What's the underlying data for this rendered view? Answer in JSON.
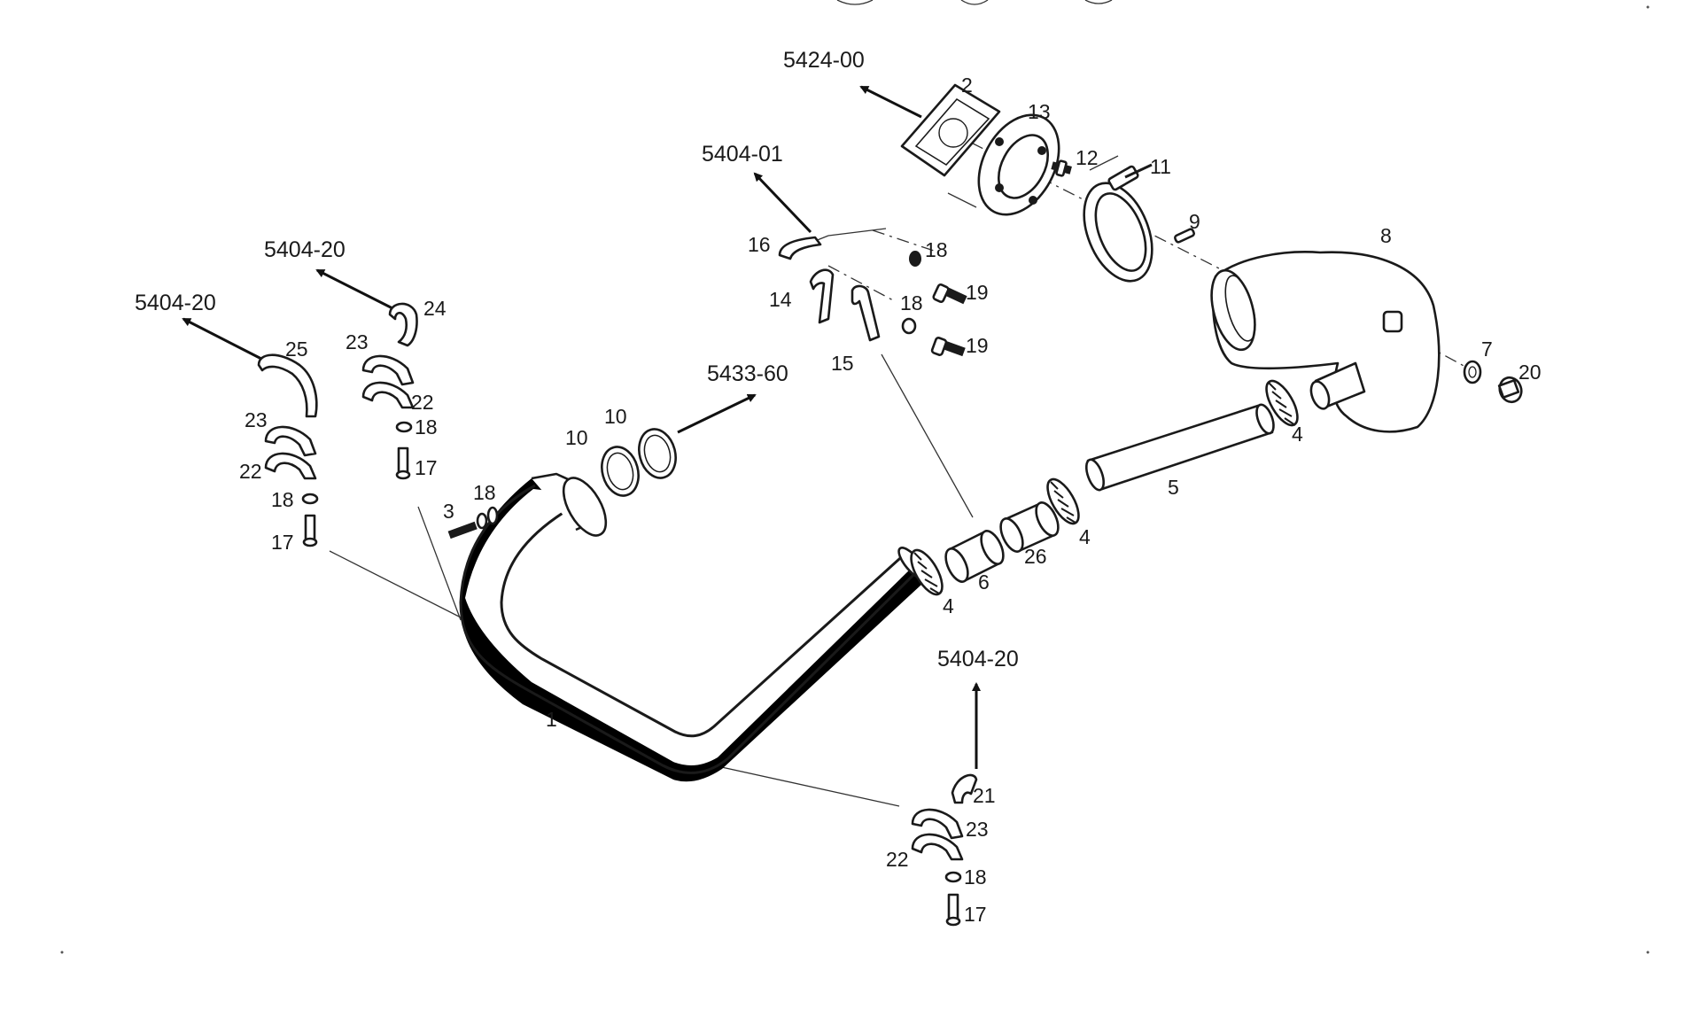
{
  "diagram": {
    "part_numbers": {
      "p1": "1",
      "p2": "2",
      "p3": "3",
      "p4a": "4",
      "p4b": "4",
      "p4c": "4",
      "p5": "5",
      "p6": "6",
      "p7": "7",
      "p8": "8",
      "p9": "9",
      "p10a": "10",
      "p10b": "10",
      "p11": "11",
      "p12": "12",
      "p13": "13",
      "p14": "14",
      "p15": "15",
      "p16": "16",
      "p17a": "17",
      "p17b": "17",
      "p17c": "17",
      "p18a": "18",
      "p18b": "18",
      "p18c": "18",
      "p18d": "18",
      "p18e": "18",
      "p18f": "18",
      "p19a": "19",
      "p19b": "19",
      "p20": "20",
      "p21": "21",
      "p22a": "22",
      "p22b": "22",
      "p22c": "22",
      "p23a": "23",
      "p23b": "23",
      "p23c": "23",
      "p24": "24",
      "p25": "25",
      "p26": "26"
    },
    "references": {
      "ref_5424_00": "5424-00",
      "ref_5404_01": "5404-01",
      "ref_5404_20_a": "5404-20",
      "ref_5404_20_b": "5404-20",
      "ref_5404_20_c": "5404-20",
      "ref_5433_60": "5433-60"
    }
  }
}
